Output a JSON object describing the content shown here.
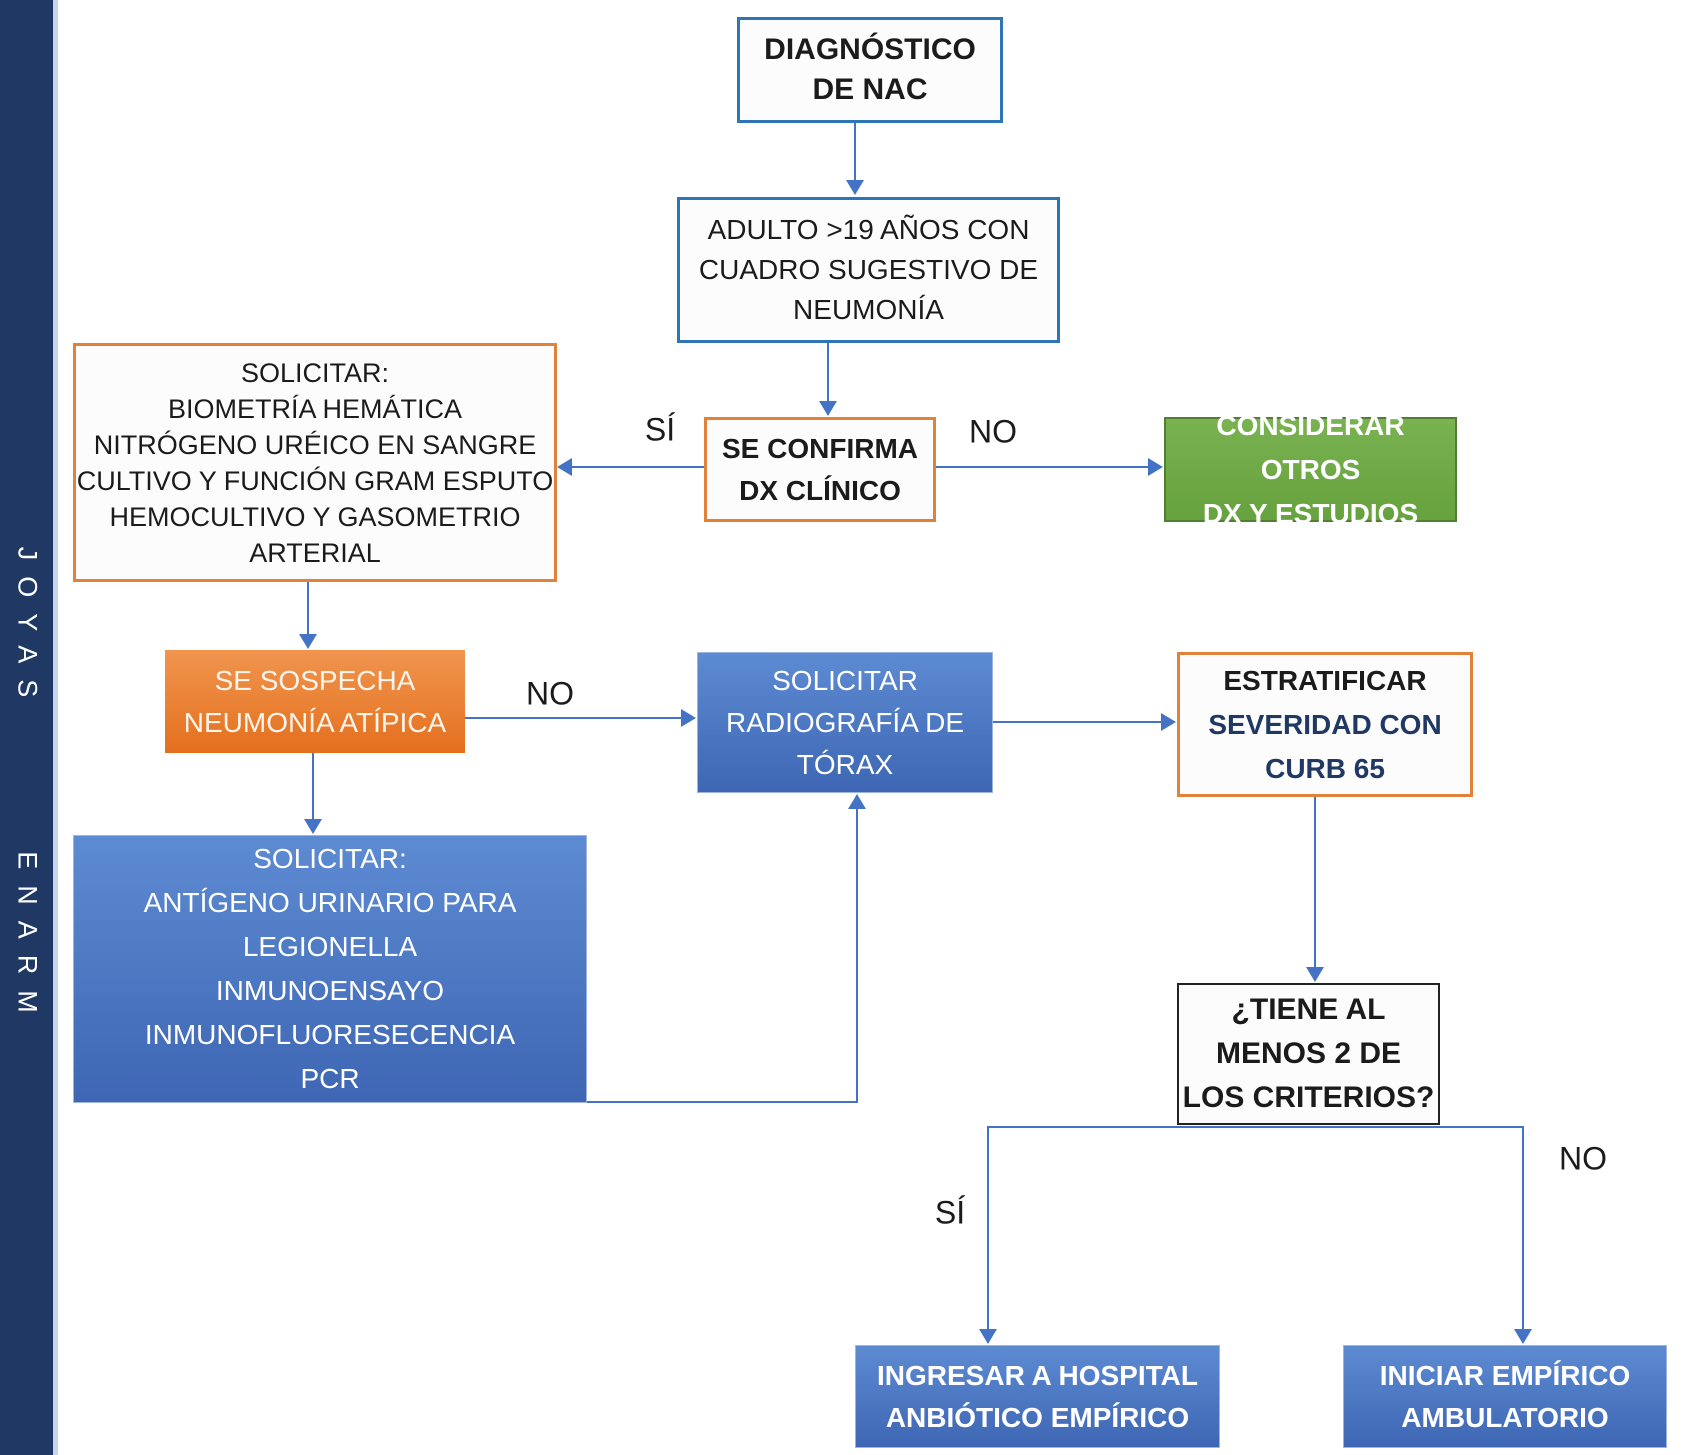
{
  "sidebar": {
    "word_top": "JOYAS",
    "word_bottom": "ENARM"
  },
  "nodes": {
    "diagnostico": {
      "lines": [
        "DIAGNÓSTICO",
        "DE NAC"
      ]
    },
    "adulto": {
      "lines": [
        "ADULTO >19 AÑOS CON",
        "CUADRO SUGESTIVO DE",
        "NEUMONÍA"
      ]
    },
    "confirma": {
      "lines": [
        "SE CONFIRMA",
        "DX CLÍNICO"
      ]
    },
    "labs": {
      "lines": [
        "SOLICITAR:",
        "BIOMETRÍA HEMÁTICA",
        "NITRÓGENO URÉICO EN SANGRE",
        "CULTIVO Y FUNCIÓN GRAM ESPUTO",
        "HEMOCULTIVO Y GASOMETRIO",
        "ARTERIAL"
      ]
    },
    "considerar": {
      "lines": [
        "CONSIDERAR OTROS",
        "DX Y ESTUDIOS"
      ]
    },
    "sospecha": {
      "lines": [
        "SE SOSPECHA",
        "NEUMONÍA ATÍPICA"
      ]
    },
    "radiografia": {
      "lines": [
        "SOLICITAR",
        "RADIOGRAFÍA DE",
        "TÓRAX"
      ]
    },
    "estratificar": {
      "lines": [
        "ESTRATIFICAR",
        "SEVERIDAD CON",
        "CURB 65"
      ]
    },
    "atipica_tests": {
      "lines": [
        "SOLICITAR:",
        "ANTÍGENO URINARIO PARA",
        "LEGIONELLA",
        "INMUNOENSAYO",
        "INMUNOFLUORESECENCIA",
        "PCR"
      ]
    },
    "criterios": {
      "lines": [
        "¿TIENE AL",
        "MENOS 2 DE",
        "LOS CRITERIOS?"
      ]
    },
    "ingresar": {
      "lines": [
        "INGRESAR A HOSPITAL",
        "ANBIÓTICO EMPÍRICO"
      ]
    },
    "iniciar": {
      "lines": [
        "INICIAR EMPÍRICO",
        "AMBULATORIO"
      ]
    }
  },
  "edge_labels": {
    "confirma_si": "SÍ",
    "confirma_no": "NO",
    "sospecha_no": "NO",
    "criterios_si": "SÍ",
    "criterios_no": "NO"
  },
  "colors": {
    "sidebar_navy": "#1f3864",
    "connector_blue": "#4472c4",
    "box_border_blue": "#2e75b6",
    "box_border_orange": "#e0823a",
    "fill_orange": "#ed7d31",
    "fill_green": "#70ad47",
    "fill_blue_top": "#5d8bd2",
    "fill_blue_bottom": "#3e66b4",
    "navy_text": "#1f3864"
  }
}
